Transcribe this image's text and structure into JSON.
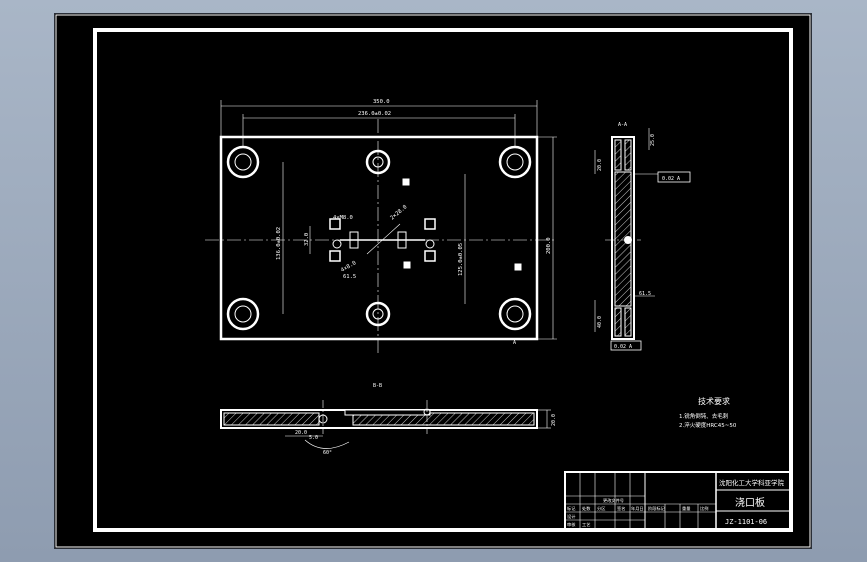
{
  "drawing": {
    "plan_dims": {
      "overall_width": "350.0",
      "hole_spacing": "236.0±0.02",
      "overall_height": "200.0",
      "left_vertical": "136.0±0.02",
      "right_vertical": "125.0±0.05",
      "small_left": "32.0",
      "small_note": "4×M8.0",
      "diag_note": "2×28.0",
      "bottom_small": "61.5",
      "bottom_small2": "4×8.0"
    },
    "side_dims": {
      "top_label": "A-A",
      "top_v1": "25.0",
      "top_v2": "20.0",
      "callout_1": "0.02 A",
      "mid_dim": "61.5",
      "bot_v": "40.0",
      "bot_callout": "0.02 A",
      "datum": "A"
    },
    "section_dims": {
      "section_label": "B-B",
      "thickness": "20.0",
      "dim_small_1": "20.0",
      "dim_small_2": "5.0",
      "angle": "60°"
    },
    "tech_requirements": {
      "title": "技术要求",
      "items": [
        "1.锐角倒钝、去毛刺",
        "2.淬火硬度HRC45~50"
      ]
    },
    "title_block": {
      "school": "沈阳化工大学科亚学院",
      "part_name": "浇口板",
      "drawing_no": "JZ-1101-06",
      "cells": [
        "标记",
        "处数",
        "分区",
        "更改文件号",
        "签名",
        "年月日",
        "设计",
        "审核",
        "工艺",
        "阶段标记",
        "重量",
        "比例"
      ]
    }
  }
}
